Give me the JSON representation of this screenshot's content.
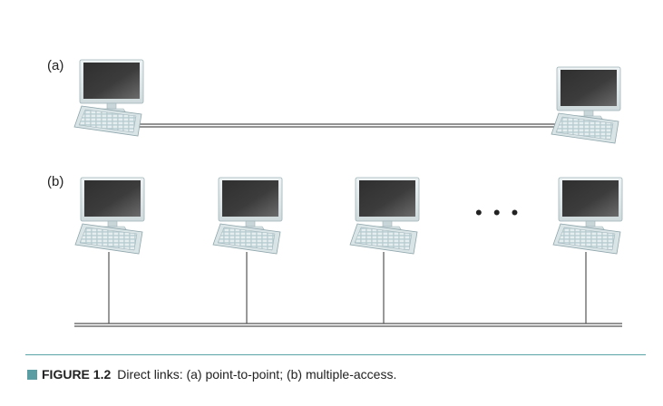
{
  "diagram": {
    "part_a_label": "(a)",
    "part_b_label": "(b)",
    "ellipsis": "• • •"
  },
  "caption": {
    "figure_label": "FIGURE 1.2",
    "text": "Direct links: (a) point-to-point; (b) multiple-access."
  },
  "colors": {
    "accent": "#5aa3a6",
    "caption_square": "#5a9ea3",
    "link_line": "#555555",
    "monitor_screen": "#3a3a3a",
    "monitor_frame": "#dfe7ea",
    "keyboard": "#c9d9dc"
  },
  "icons": [
    "computer-icon"
  ]
}
